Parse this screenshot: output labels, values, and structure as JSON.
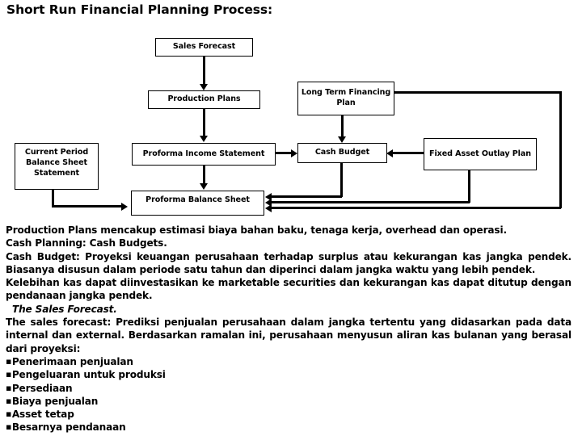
{
  "title": "Short Run Financial Planning Process:",
  "diagram": {
    "nodes": [
      {
        "id": "sales-forecast",
        "label": "Sales Forecast"
      },
      {
        "id": "production-plans",
        "label": "Production Plans"
      },
      {
        "id": "long-term-financing-plan",
        "label": "Long Term Financing Plan"
      },
      {
        "id": "current-period-balance-sheet-statement",
        "label": "Current Period Balance Sheet Statement"
      },
      {
        "id": "proforma-income-statement",
        "label": "Proforma Income Statement"
      },
      {
        "id": "cash-budget",
        "label": "Cash Budget"
      },
      {
        "id": "fixed-asset-outlay-plan",
        "label": "Fixed Asset Outlay Plan"
      },
      {
        "id": "proforma-balance-sheet",
        "label": "Proforma Balance Sheet"
      }
    ],
    "edges": [
      {
        "from": "Sales Forecast",
        "to": "Production Plans"
      },
      {
        "from": "Production Plans",
        "to": "Proforma Income Statement"
      },
      {
        "from": "Long Term Financing Plan",
        "to": "Cash Budget"
      },
      {
        "from": "Long Term Financing Plan",
        "to": "Proforma Balance Sheet"
      },
      {
        "from": "Proforma Income Statement",
        "to": "Cash Budget"
      },
      {
        "from": "Proforma Income Statement",
        "to": "Proforma Balance Sheet"
      },
      {
        "from": "Fixed Asset Outlay Plan",
        "to": "Cash Budget"
      },
      {
        "from": "Fixed Asset Outlay Plan",
        "to": "Proforma Balance Sheet"
      },
      {
        "from": "Cash Budget",
        "to": "Proforma Balance Sheet"
      },
      {
        "from": "Current Period Balance Sheet Statement",
        "to": "Proforma Balance Sheet"
      }
    ]
  },
  "body": {
    "line1": "Production Plans mencakup estimasi biaya bahan baku, tenaga kerja, overhead dan operasi.",
    "line2": "Cash Planning: Cash Budgets.",
    "line3": "Cash Budget: Proyeksi keuangan perusahaan terhadap surplus atau kekurangan kas jangka pendek. Biasanya disusun dalam periode satu tahun dan diperinci dalam jangka waktu yang lebih pendek.",
    "line4": "Kelebihan kas dapat diinvestasikan ke marketable securities dan kekurangan kas dapat ditutup dengan pendanaan jangka pendek.",
    "line5": "The Sales Forecast.",
    "line6": "The sales forecast: Prediksi penjualan perusahaan dalam jangka tertentu yang didasarkan pada data internal dan external. Berdasarkan ramalan ini, perusahaan menyusun aliran kas bulanan yang berasal dari proyeksi:",
    "bullet_mark": "▪",
    "bullets": [
      "Penerimaan penjualan",
      "Pengeluaran untuk produksi",
      "Persediaan",
      "Biaya penjualan",
      "Asset tetap",
      "Besarnya pendanaan"
    ]
  }
}
